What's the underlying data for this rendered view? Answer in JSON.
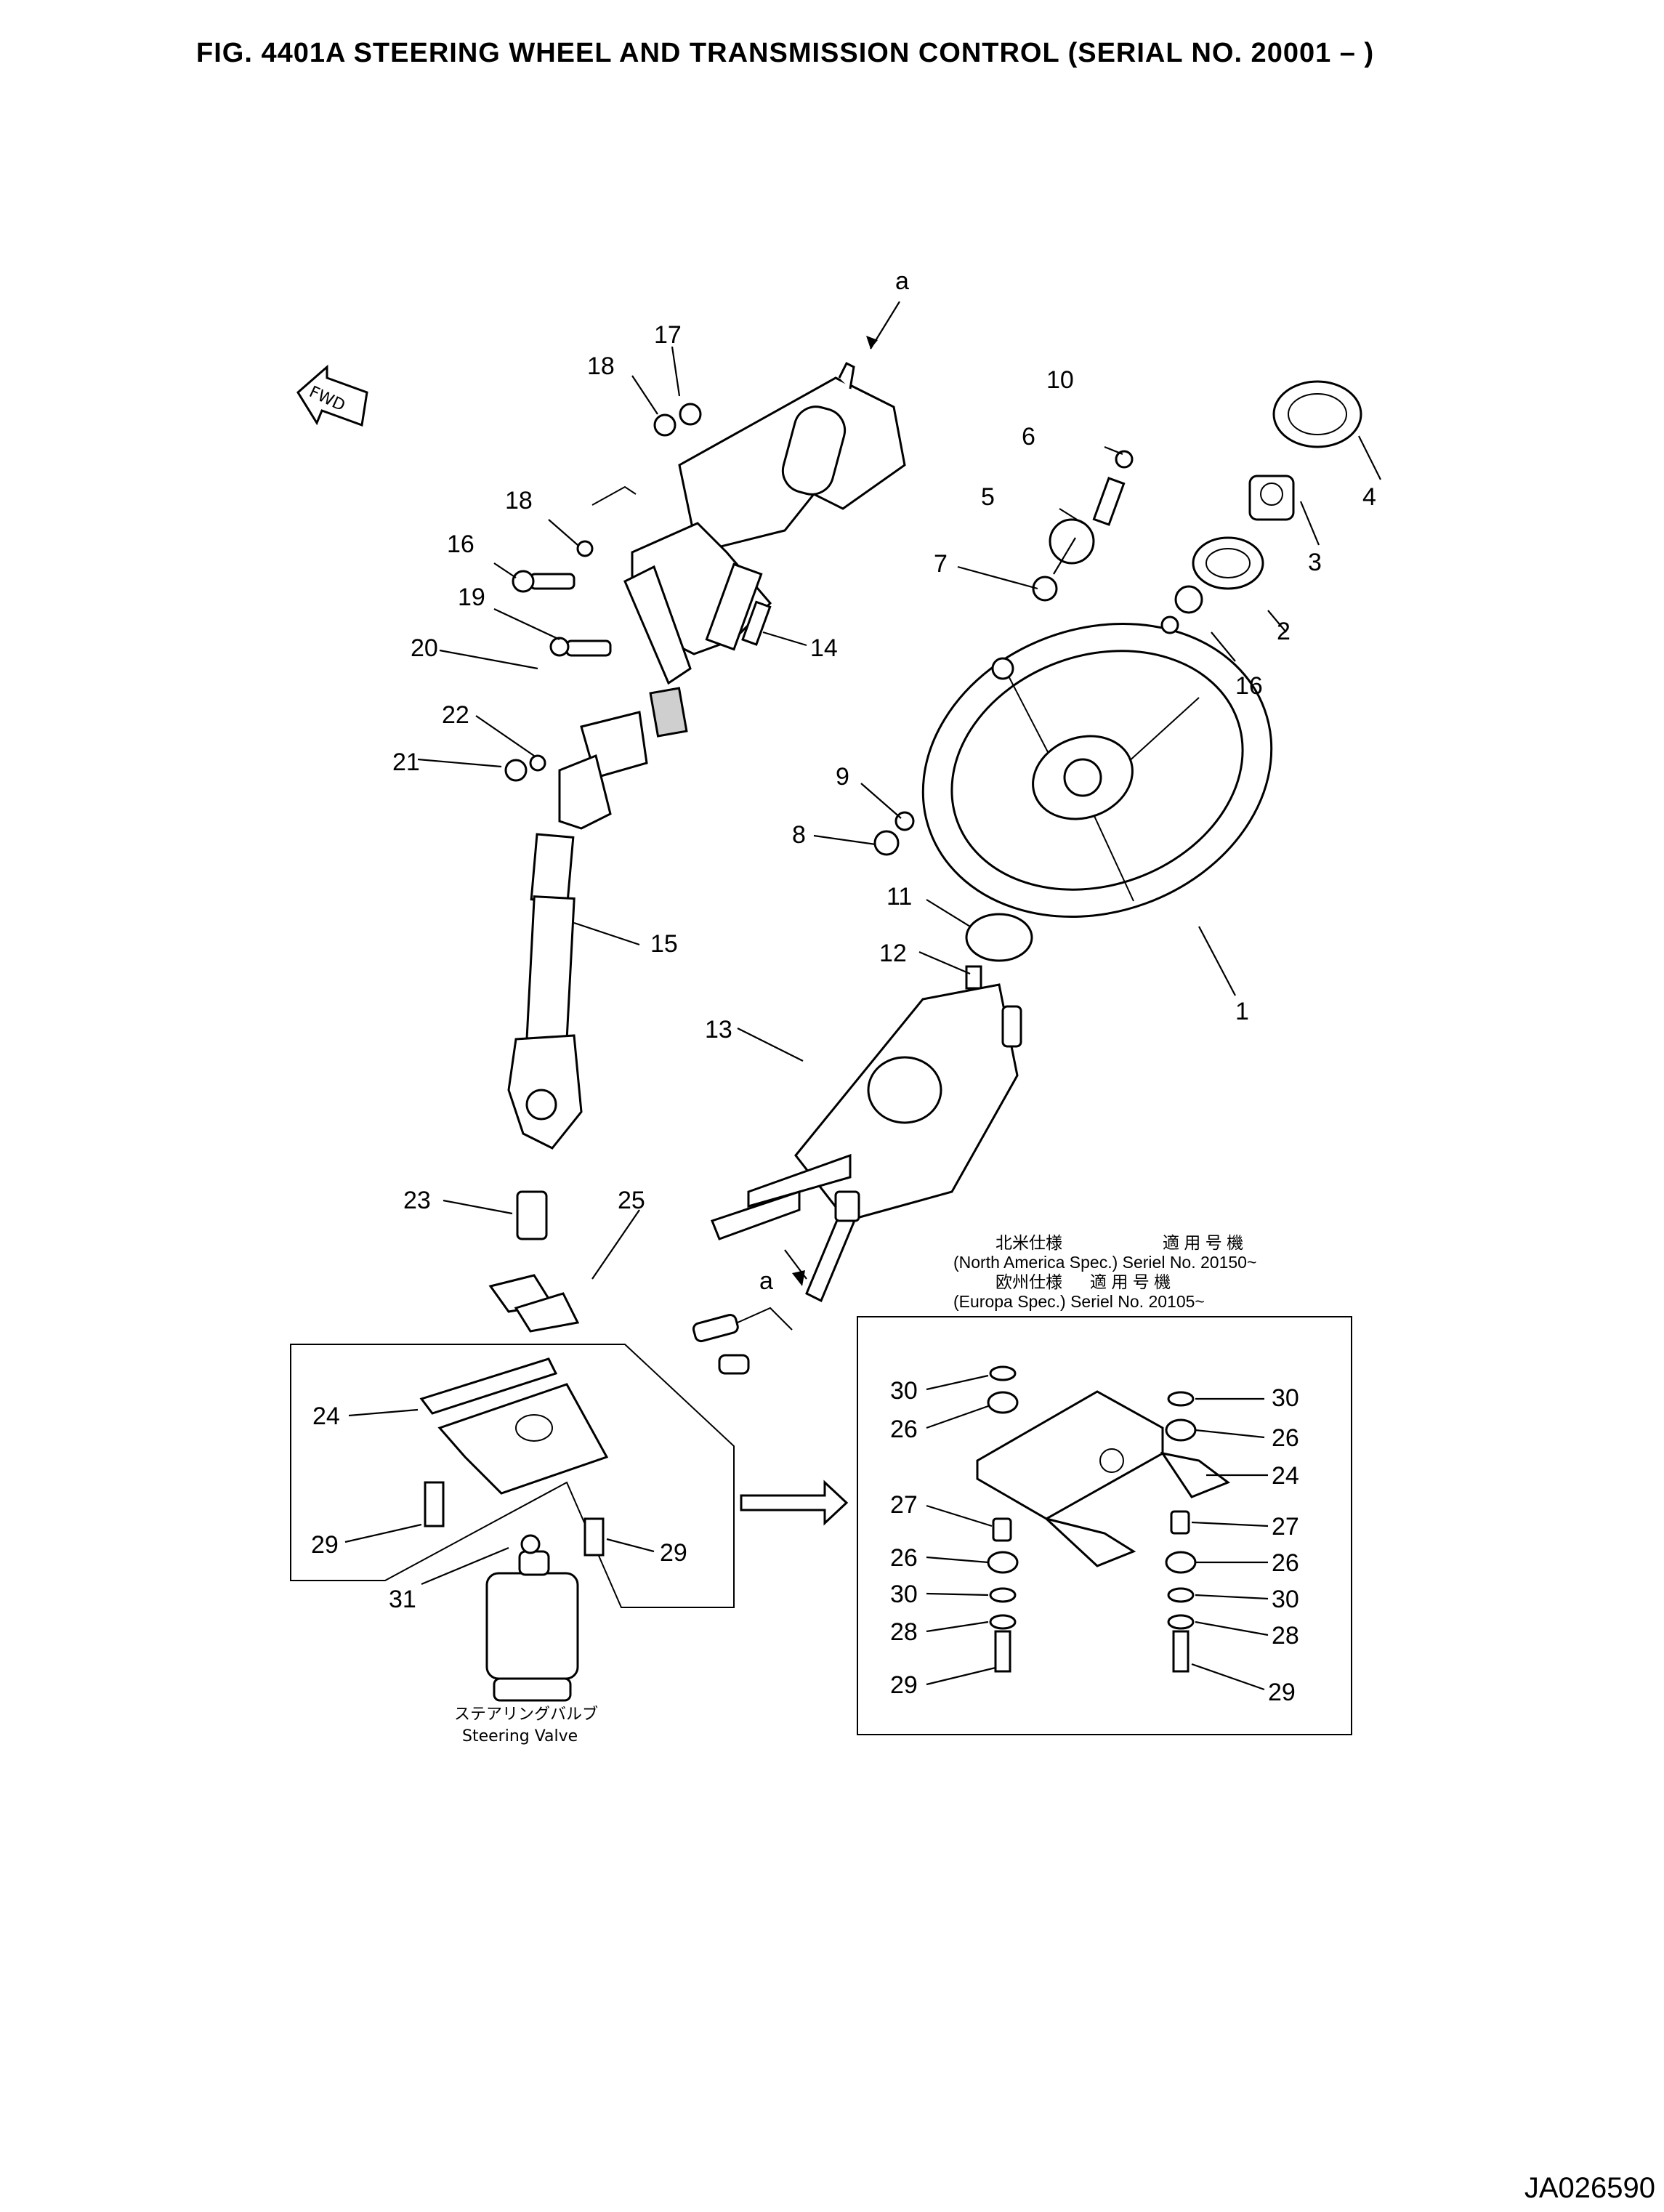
{
  "title": "FIG. 4401A  STEERING WHEEL AND TRANSMISSION CONTROL (SERIAL NO. 20001 – )",
  "drawing_code": "JA026590",
  "fwd_label": "FWD",
  "view_marks": {
    "top": "a",
    "bottom": "a"
  },
  "callouts": [
    "1",
    "2",
    "3",
    "4",
    "5",
    "6",
    "7",
    "8",
    "9",
    "10",
    "11",
    "12",
    "13",
    "14",
    "15",
    "16",
    "16",
    "17",
    "18",
    "18",
    "19",
    "20",
    "21",
    "22",
    "23",
    "24",
    "25",
    "29",
    "29",
    "31"
  ],
  "detail_callouts": [
    "30",
    "26",
    "27",
    "26",
    "30",
    "28",
    "29",
    "30",
    "26",
    "24",
    "27",
    "26",
    "30",
    "28",
    "29"
  ],
  "spec_note": {
    "na_jp": "北米仕様",
    "serial_jp_1": "適 用 号 機",
    "na_en": "(North America Spec.) Seriel No. 20150~",
    "eu_jp": "欧州仕様",
    "serial_jp_2": "適 用 号 機",
    "eu_en": "(Europa Spec.) Seriel No. 20105~"
  },
  "valve_label_jp": "ステアリングバルブ",
  "valve_label_en": "Steering Valve"
}
